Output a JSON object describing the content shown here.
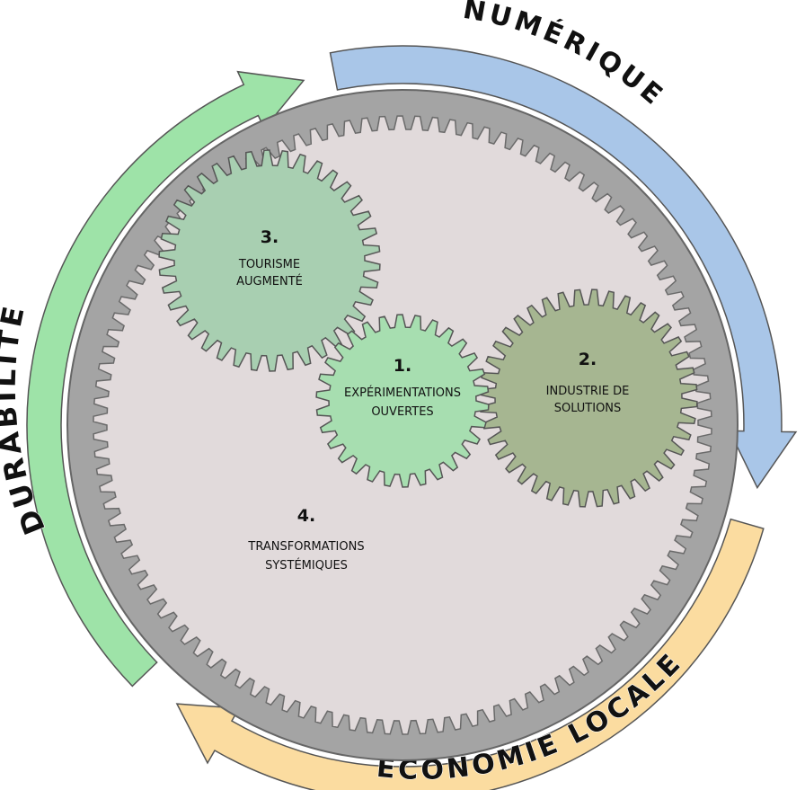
{
  "arrows": {
    "numerique": {
      "label": "NUMÉRIQUE",
      "color": "#a9c6e8"
    },
    "economie": {
      "label": "ÉCONOMIE LOCALE",
      "color": "#fbdca0"
    },
    "durabilite": {
      "label": "DURABILITÉ",
      "color": "#9ee3a8"
    }
  },
  "gears": {
    "g1": {
      "number": "1.",
      "line1": "EXPÉRIMENTATIONS",
      "line2": "OUVERTES",
      "color": "#a7deb0"
    },
    "g2": {
      "number": "2.",
      "line1": "INDUSTRIE DE",
      "line2": "SOLUTIONS",
      "color": "#a6b691"
    },
    "g3": {
      "number": "3.",
      "line1": "TOURISME",
      "line2": "AUGMENTÉ",
      "color": "#a8cfb1"
    },
    "g4": {
      "number": "4.",
      "line1": "TRANSFORMATIONS",
      "line2": "SYSTÉMIQUES",
      "color": "#e1dadb"
    }
  },
  "colors": {
    "outer_disc": "#a4a4a4",
    "outline": "#555555"
  }
}
